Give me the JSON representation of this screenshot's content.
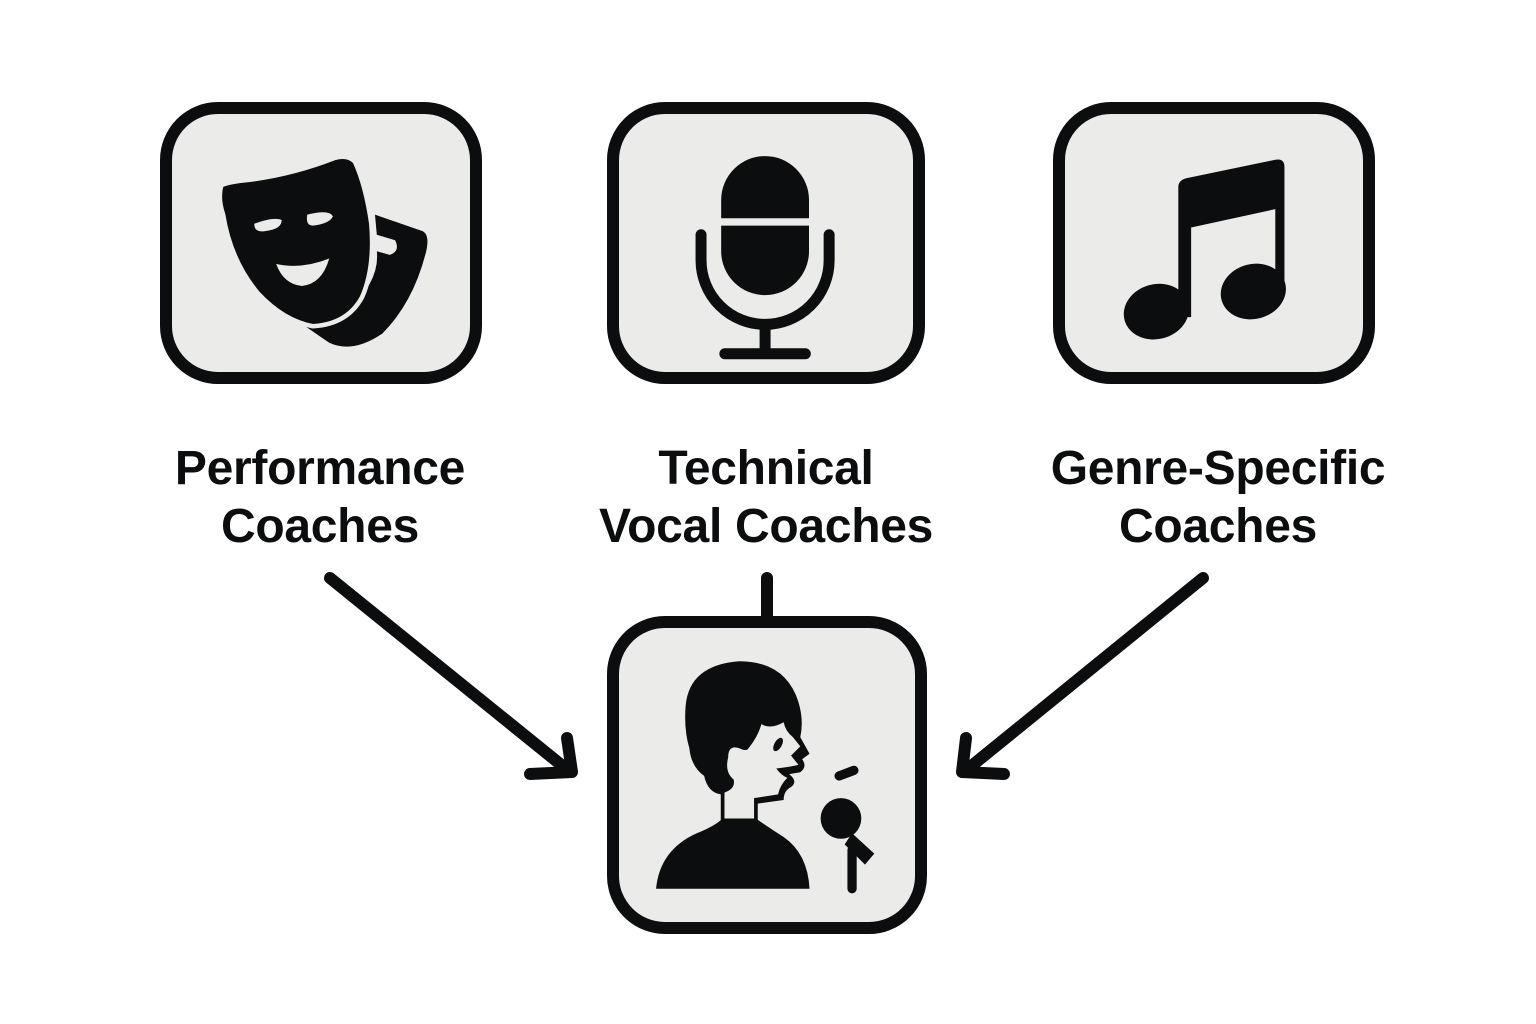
{
  "diagram": {
    "colors": {
      "ink": "#0b0d0e",
      "tile_fill": "#ebebe9",
      "background": "#ffffff"
    },
    "sources": [
      {
        "id": "performance",
        "icon": "theater-masks-icon",
        "label_lines": [
          "Performance",
          "Coaches"
        ]
      },
      {
        "id": "technical",
        "icon": "microphone-icon",
        "label_lines": [
          "Technical",
          "Vocal Coaches"
        ]
      },
      {
        "id": "genre",
        "icon": "music-note-icon",
        "label_lines": [
          "Genre-Specific",
          "Coaches"
        ]
      }
    ],
    "target": {
      "id": "singer",
      "icon": "singer-with-microphone-icon"
    },
    "edges": [
      {
        "from": "performance",
        "to": "singer",
        "style": "arrow"
      },
      {
        "from": "technical",
        "to": "singer",
        "style": "line"
      },
      {
        "from": "genre",
        "to": "singer",
        "style": "arrow"
      }
    ]
  }
}
